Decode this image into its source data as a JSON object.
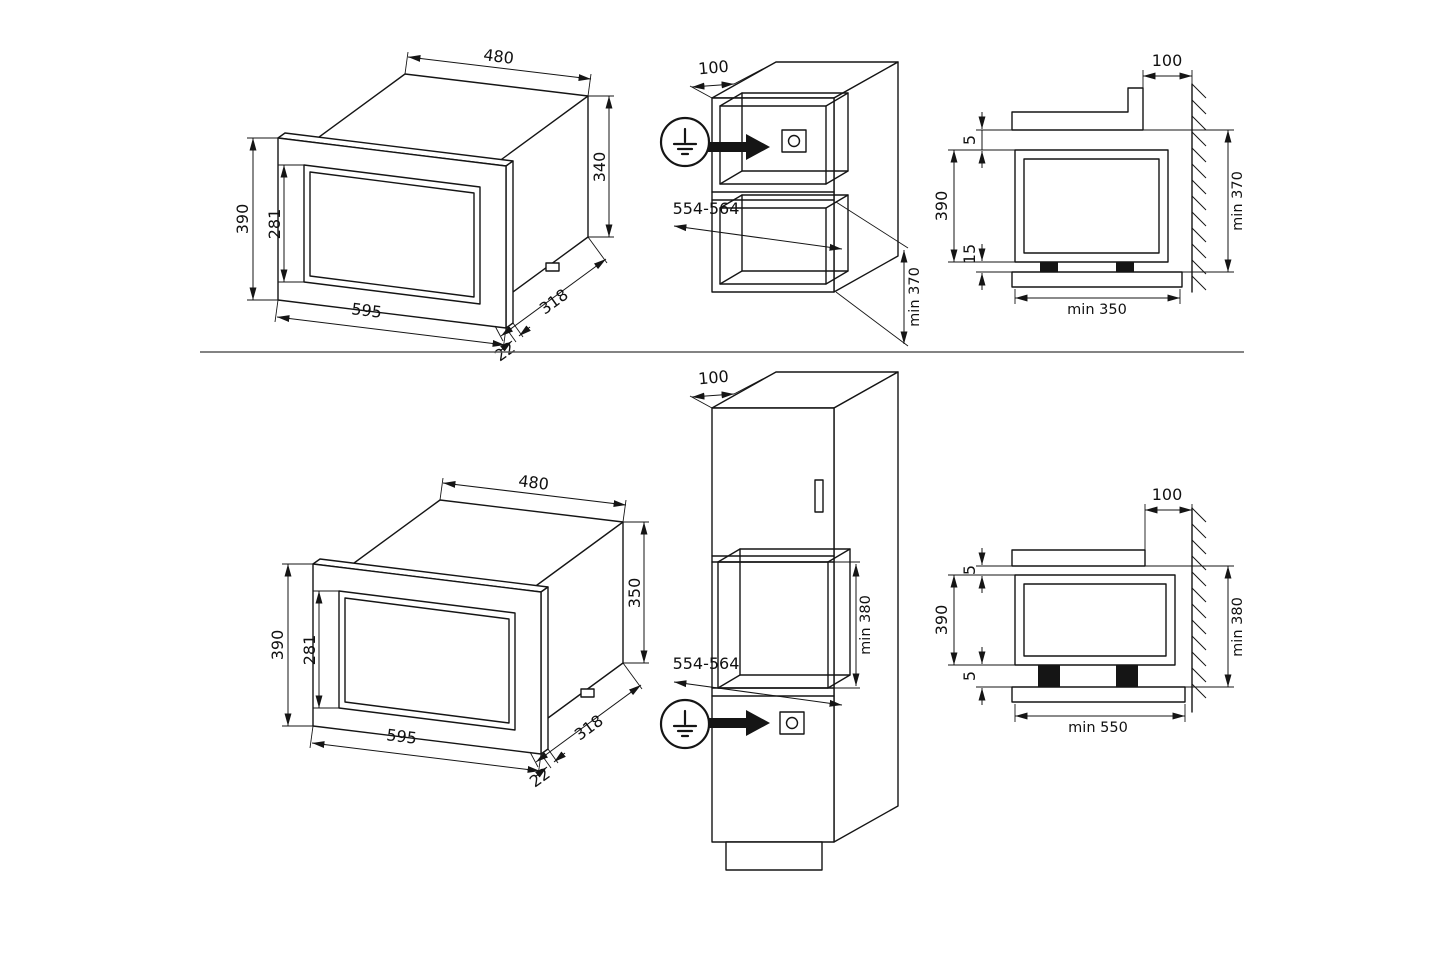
{
  "meta": {
    "background": "#ffffff",
    "line_color": "#151515"
  },
  "top": {
    "oven": {
      "top_width": "480",
      "frame_height": "390",
      "door_height": "281",
      "body_height": "340",
      "frame_width": "595",
      "body_depth": "318",
      "frame_depth": "22"
    },
    "cabinet": {
      "top_depth": "100",
      "niche_width": "554-564",
      "niche_height": "min 370"
    },
    "section": {
      "rear_gap": "100",
      "top_clearance": "5",
      "oven_height": "390",
      "bottom_clearance": "15",
      "niche_height": "min 370",
      "niche_depth": "min 350"
    }
  },
  "bottom": {
    "oven": {
      "top_width": "480",
      "frame_height": "390",
      "door_height": "281",
      "body_height": "350",
      "frame_width": "595",
      "body_depth": "318",
      "frame_depth": "22"
    },
    "cabinet": {
      "top_depth": "100",
      "niche_width": "554-564",
      "niche_height": "min 380"
    },
    "section": {
      "rear_gap": "100",
      "top_clearance": "5",
      "oven_height": "390",
      "bottom_clearance": "5",
      "niche_height": "min 380",
      "niche_depth": "min 550"
    }
  }
}
